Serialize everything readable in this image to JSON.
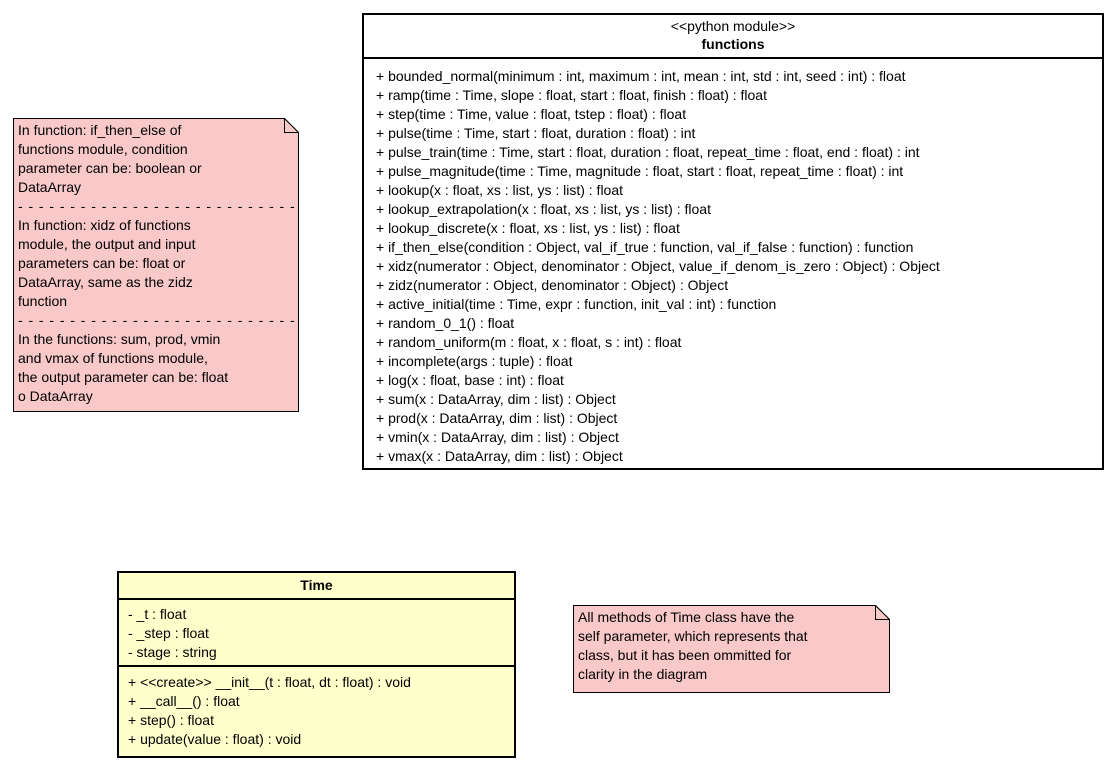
{
  "colors": {
    "note_fill": "#f9c8c8",
    "class_fill": "#ffffcc",
    "module_fill": "#ffffff",
    "border": "#000000",
    "text": "#000000"
  },
  "functions_module": {
    "stereotype": "<<python module>>",
    "name": "functions",
    "methods": [
      "+ bounded_normal(minimum : int, maximum : int, mean : int, std : int, seed : int) : float",
      "+ ramp(time : Time, slope : float, start : float, finish : float) : float",
      "+ step(time : Time, value : float, tstep : float) : float",
      "+ pulse(time : Time, start : float, duration : float) : int",
      "+ pulse_train(time : Time, start : float, duration : float, repeat_time : float, end : float) : int",
      "+ pulse_magnitude(time : Time, magnitude : float, start : float, repeat_time : float) : int",
      "+ lookup(x : float, xs : list, ys : list) : float",
      "+ lookup_extrapolation(x : float, xs : list, ys : list) : float",
      "+ lookup_discrete(x : float, xs : list, ys : list) : float",
      "+ if_then_else(condition : Object, val_if_true : function, val_if_false : function) : function",
      "+ xidz(numerator : Object, denominator : Object, value_if_denom_is_zero : Object) : Object",
      "+ zidz(numerator : Object, denominator : Object) : Object",
      "+ active_initial(time : Time, expr : function, init_val : int) : function",
      "+ random_0_1() : float",
      "+ random_uniform(m : float, x : float, s : int) : float",
      "+ incomplete(args : tuple) : float",
      "+ log(x : float, base : int) : float",
      "+ sum(x : DataArray, dim : list) : Object",
      "+ prod(x : DataArray, dim : list) : Object",
      "+ vmin(x : DataArray, dim : list) : Object",
      "+ vmax(x : DataArray, dim : list) : Object"
    ]
  },
  "left_note": {
    "lines": [
      "In function: if_then_else of",
      "functions module, condition",
      "parameter can be: boolean or",
      "DataArray",
      {
        "text": "---------------------------",
        "cls": "sep"
      },
      "In function: xidz of functions",
      "module, the output and input",
      "parameters can be: float or",
      "DataArray, same as the zidz",
      "function",
      {
        "text": "---------------------------",
        "cls": "sep"
      },
      "In the functions: sum, prod, vmin",
      "and vmax of functions module,",
      "the output parameter can be: float",
      "o DataArray"
    ]
  },
  "time_class": {
    "name": "Time",
    "attributes": [
      "- _t : float",
      "- _step : float",
      "- stage : string"
    ],
    "methods": [
      "+ <<create>> __init__(t : float, dt : float) : void",
      "+ __call__() : float",
      "+ step() : float",
      "+ update(value : float) : void"
    ]
  },
  "right_note": {
    "lines": [
      "All methods of Time class have the",
      "self parameter, which represents that",
      "class, but it has been ommitted for",
      "clarity in the diagram"
    ]
  }
}
